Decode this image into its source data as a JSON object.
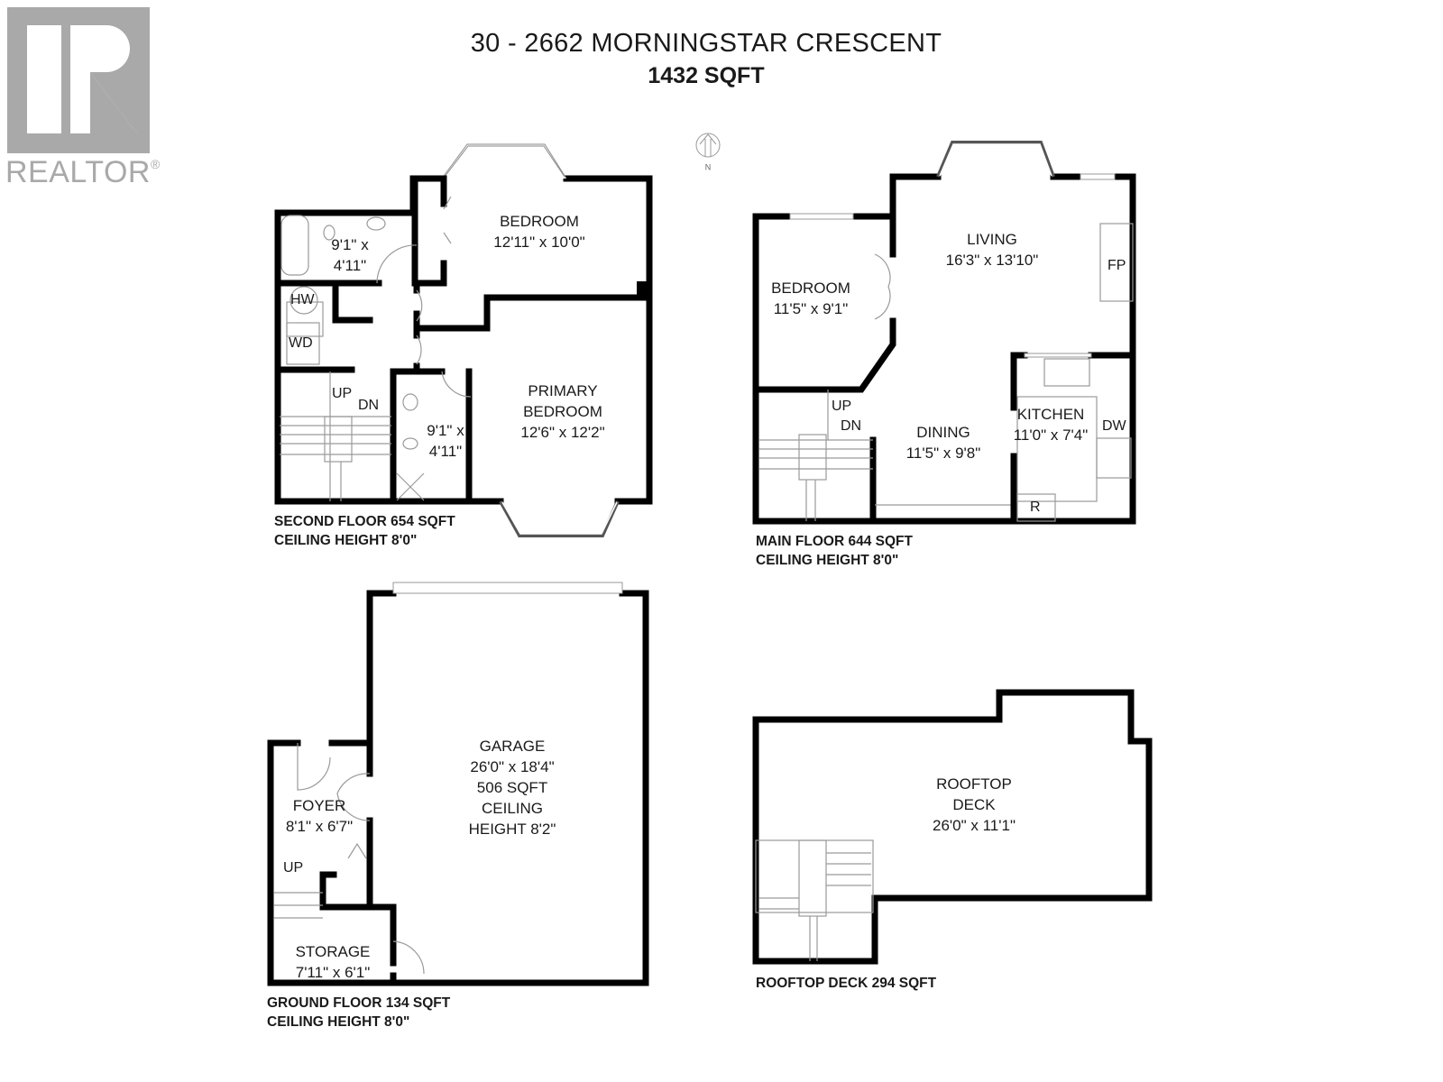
{
  "header": {
    "title": "30 - 2662 MORNINGSTAR CRESCENT",
    "total_area": "1432 SQFT"
  },
  "logo": {
    "icon": "realtor-r-icon",
    "text": "REALTOR",
    "mark": "®",
    "color": "#a9a9a9"
  },
  "compass": {
    "icon": "north-arrow-icon",
    "label": "N"
  },
  "floors": {
    "second": {
      "caption": "SECOND FLOOR 654 SQFT\nCEILING HEIGHT 8'0\"",
      "rooms": {
        "bedroom": "BEDROOM\n12'11\" x 10'0\"",
        "bath_upper": "9'1\" x\n4'11\"",
        "primary_bedroom": "PRIMARY\nBEDROOM\n12'6\" x 12'2\"",
        "ensuite": "9'1\" x\n4'11\""
      },
      "fixtures": {
        "hw": "HW",
        "wd": "WD",
        "up": "UP",
        "dn": "DN"
      }
    },
    "main": {
      "caption": "MAIN FLOOR 644 SQFT\nCEILING HEIGHT 8'0\"",
      "rooms": {
        "living": "LIVING\n16'3\" x 13'10\"",
        "bedroom": "BEDROOM\n11'5\" x 9'1\"",
        "dining": "DINING\n11'5\" x 9'8\"",
        "kitchen": "KITCHEN\n11'0\" x 7'4\""
      },
      "fixtures": {
        "fp": "FP",
        "dw": "DW",
        "r": "R",
        "up": "UP",
        "dn": "DN"
      }
    },
    "ground": {
      "caption": "GROUND FLOOR 134 SQFT\nCEILING HEIGHT 8'0\"",
      "rooms": {
        "garage": "GARAGE\n26'0\" x 18'4\"\n506 SQFT\nCEILING\nHEIGHT 8'2\"",
        "foyer": "FOYER\n8'1\" x 6'7\"",
        "storage": "STORAGE\n7'11\" x 6'1\""
      },
      "fixtures": {
        "up": "UP"
      }
    },
    "rooftop": {
      "caption": "ROOFTOP DECK 294 SQFT",
      "rooms": {
        "deck": "ROOFTOP\nDECK\n26'0\" x 11'1\""
      }
    }
  }
}
